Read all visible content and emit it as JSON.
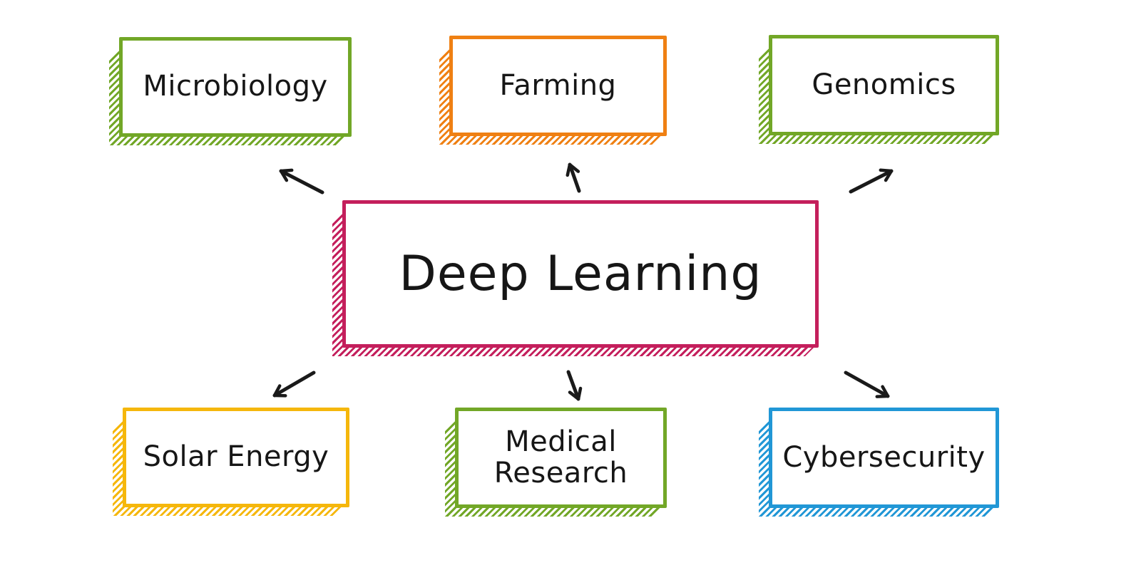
{
  "diagram": {
    "background": "#ffffff",
    "arrow_color": "#1a1a1a",
    "center": {
      "id": "deep-learning",
      "label": "Deep Learning",
      "color": "#c41f5c"
    },
    "nodes": [
      {
        "id": "microbiology",
        "label": "Microbiology",
        "color": "#72a727",
        "position": "top-left"
      },
      {
        "id": "farming",
        "label": "Farming",
        "color": "#ef8013",
        "position": "top-center"
      },
      {
        "id": "genomics",
        "label": "Genomics",
        "color": "#72a727",
        "position": "top-right"
      },
      {
        "id": "solar-energy",
        "label": "Solar Energy",
        "color": "#f5b70c",
        "position": "bottom-left"
      },
      {
        "id": "medical-research",
        "label": "Medical Research",
        "color": "#72a727",
        "position": "bottom-center"
      },
      {
        "id": "cybersecurity",
        "label": "Cybersecurity",
        "color": "#2197d6",
        "position": "bottom-right"
      }
    ],
    "edges": [
      {
        "from": "deep-learning",
        "to": "microbiology"
      },
      {
        "from": "deep-learning",
        "to": "farming"
      },
      {
        "from": "deep-learning",
        "to": "genomics"
      },
      {
        "from": "deep-learning",
        "to": "solar-energy"
      },
      {
        "from": "deep-learning",
        "to": "medical-research"
      },
      {
        "from": "deep-learning",
        "to": "cybersecurity"
      }
    ]
  }
}
